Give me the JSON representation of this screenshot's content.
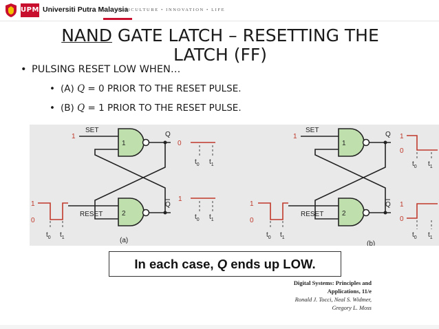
{
  "header": {
    "logo_mark": "UPM",
    "university": "Universiti Putra Malaysia",
    "motto": "AGRICULTURE • INNOVATION • LIFE"
  },
  "slide": {
    "title_first_word": "NAND",
    "title_rest": " GATE LATCH – RESETTING THE LATCH (FF)",
    "bullet_main": "PULSING RESET LOW WHEN…",
    "bullet_a_prefix": "(A) ",
    "bullet_a_var": "Q",
    "bullet_a_text": " = 0 PRIOR TO THE RESET PULSE.",
    "bullet_b_prefix": "(B) ",
    "bullet_b_var": "Q",
    "bullet_b_text": " = 1 PRIOR TO THE RESET PULSE.",
    "bullet_glyph": "•"
  },
  "figure": {
    "set_label": "SET",
    "reset_label": "RESET",
    "gate1": "1",
    "gate2": "2",
    "q": "Q",
    "q_bar": "Q",
    "one": "1",
    "zero": "0",
    "t0": "t",
    "t1": "t",
    "sub0": "0",
    "sub1": "1",
    "panel_a": "(a)",
    "panel_b": "(b)"
  },
  "caption": {
    "prefix": "In each case, ",
    "var": "Q",
    "suffix": " ends up LOW."
  },
  "citation": {
    "line1": "Digital Systems: Principles and",
    "line2": "Applications, 11/e",
    "line3": "Ronald J. Tocci, Neal S. Widmer,",
    "line4": "Gregory L. Moss"
  },
  "colors": {
    "brand_red": "#c8102e",
    "gate_fill": "#bfe0ad",
    "wire": "#222222",
    "signal_red": "#c0392b"
  }
}
